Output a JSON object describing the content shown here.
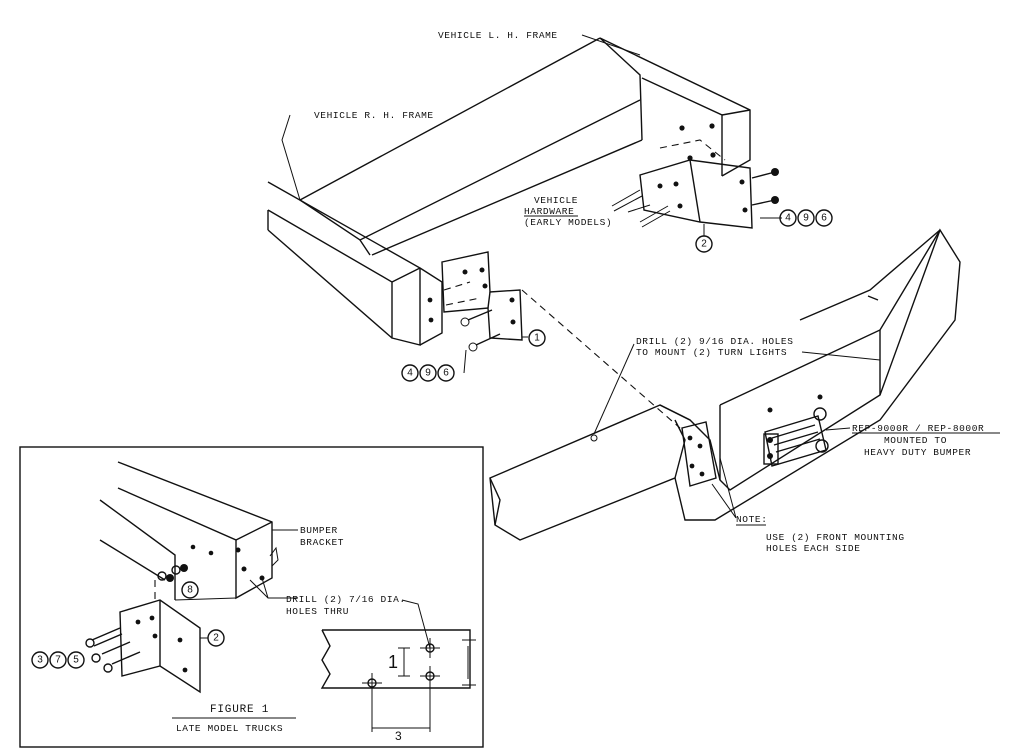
{
  "labels": {
    "lh_frame": "VEHICLE L. H. FRAME",
    "rh_frame": "VEHICLE R. H. FRAME",
    "hw1": "VEHICLE",
    "hw2": "HARDWARE",
    "hw3": "(EARLY MODELS)",
    "drill1_l1": "DRILL (2) 9/16 DIA. HOLES",
    "drill1_l2": "TO MOUNT (2) TURN LIGHTS",
    "winch_l1": "REP-9000R / REP-8000R",
    "winch_l2": "MOUNTED TO",
    "winch_l3": "HEAVY DUTY BUMPER",
    "note_title": "NOTE:",
    "note_l1": "USE (2) FRONT MOUNTING",
    "note_l2": "HOLES EACH SIDE",
    "bracket_l1": "BUMPER",
    "bracket_l2": "BRACKET",
    "drill2_l1": "DRILL (2) 7/16 DIA.",
    "drill2_l2": "HOLES THRU",
    "dim_vertical": "1",
    "dim_horizontal": "3",
    "figure_title": "FIGURE 1",
    "figure_subtitle": "LATE MODEL TRUCKS"
  },
  "callouts": {
    "c2_top": "2",
    "c1": "1",
    "top_group": [
      "4",
      "9",
      "6"
    ],
    "left_group": [
      "4",
      "9",
      "6"
    ],
    "c8": "8",
    "inset_group": [
      "3",
      "7",
      "5"
    ],
    "c2_inset": "2"
  }
}
